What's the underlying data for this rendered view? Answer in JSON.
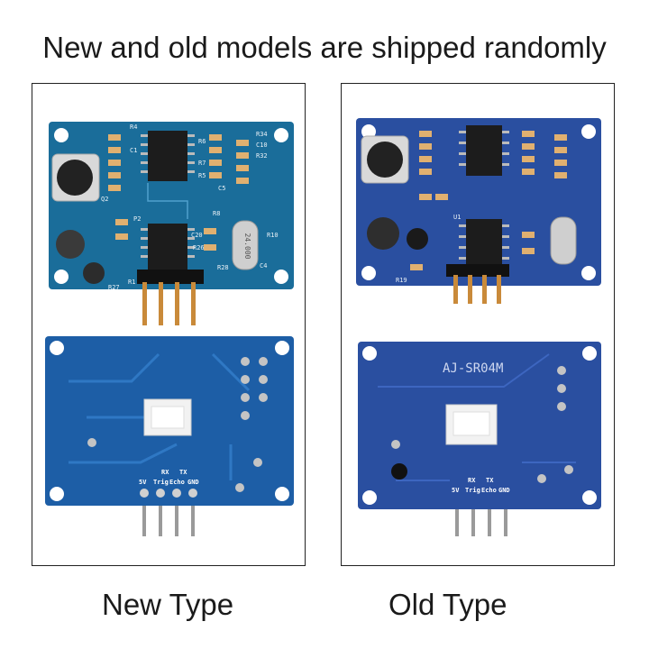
{
  "headline": "New and old models are shipped randomly",
  "captions": {
    "new": "New Type",
    "old": "Old Type"
  },
  "new_board": {
    "silk_top": [
      "R4",
      "R34",
      "C10",
      "R32",
      "R6",
      "R7",
      "R5",
      "C5",
      "R26",
      "R27",
      "R28",
      "R8",
      "R10",
      "C20",
      "Q2",
      "P2",
      "C4",
      "R1",
      "C1"
    ],
    "crystal": "24.000",
    "pins": {
      "rx": "RX",
      "tx": "TX",
      "v5": "5V",
      "trig": "Trig",
      "echo": "Echo",
      "gnd": "GND"
    }
  },
  "old_board": {
    "model": "AJ-SR04M",
    "silk_top": [
      "R19",
      "U1"
    ],
    "pins": {
      "rx": "RX",
      "tx": "TX",
      "v5": "5V",
      "trig": "Trig",
      "echo": "Echo",
      "gnd": "GND"
    }
  },
  "colors": {
    "pcb_new": "#1a6d9a",
    "pcb_new_back": "#1d5ea6",
    "pcb_old": "#2a4fa0",
    "pin": "#c98a3a",
    "chip": "#1c1c1c"
  }
}
